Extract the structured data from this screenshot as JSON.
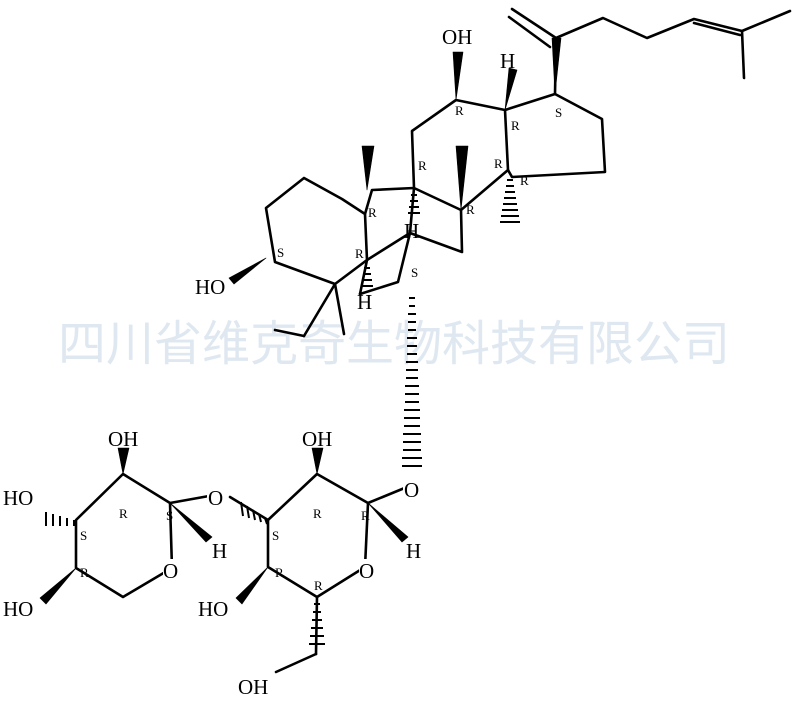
{
  "watermark": "四川省维克奇生物科技有限公司",
  "atoms": {
    "oh_c12": "OH",
    "oh_c3": "HO",
    "h_c13": "H",
    "h_c9": "H",
    "h_c5": "H",
    "o_glyco": "O",
    "oh_glc2": "OH",
    "o_ring_glc": "O",
    "h_glc1": "H",
    "oh_glc4": "HO",
    "oh_glc6": "OH",
    "o_link": "O",
    "oh_xyl2": "OH",
    "oh_xyl3": "HO",
    "oh_xyl4": "HO",
    "o_ring_xyl": "O",
    "h_xyl1": "H"
  },
  "stereo": {
    "c12": "R",
    "c13": "R",
    "c17": "S",
    "c14": "R",
    "c20": "R",
    "c8": "R",
    "c9": "R",
    "c10": "R",
    "c5": "R",
    "c3": "S",
    "c6": "S",
    "glc_c2": "R",
    "glc_c1": "R",
    "glc_c3": "S",
    "glc_c4": "R",
    "glc_c5": "R",
    "xyl_c2": "R",
    "xyl_c1": "S",
    "xyl_c3": "S",
    "xyl_c4": "R"
  }
}
